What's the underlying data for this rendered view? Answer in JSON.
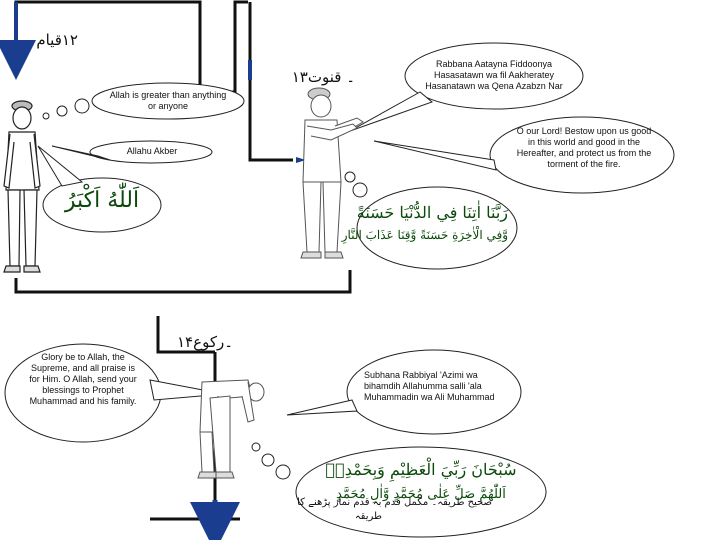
{
  "steps": {
    "qiyam": {
      "title": "۱۲قیام"
    },
    "qunoot": {
      "title": "۔ قنوت۱۳"
    },
    "ruku": {
      "title": "۔رکوع۱۴"
    }
  },
  "qiyam": {
    "thought": "Allah is greater than anything or anyone",
    "speech": "Allahu Akber",
    "arabic": "اَللّٰهُ اَكْبَرُ"
  },
  "qunoot": {
    "transliteration": "Rabbana Aatayna Fiddoonya Hasasatawn wa fil Aakheratey Hasanatawn wa Qena Azabzn Nar",
    "translation": "O our Lord! Bestow upon us good in this world and good in the Hereafter, and protect us from the torment of the fire.",
    "arabic_line1": "رَبَّنَا اٰتِنَا فِي الدُّنْيَا حَسَنَةً",
    "arabic_line2": "وَّفِي الْاٰخِرَةِ حَسَنَةً وَّقِنَا عَذَابَ النَّارِ"
  },
  "ruku": {
    "translation": "Glory be to Allah, the Supreme, and all praise is for Him. O Allah, send your blessings to Prophet Muhammad and his family.",
    "transliteration": "Subhana Rabbiyal 'Azimi wa bihamdih Allahumma salli 'ala Muhammadin wa Ali Muhammad",
    "arabic_line1": "سُبْحَانَ رَبِّيَ الْعَظِيْمِ وَبِحَمْدِهٖ",
    "arabic_line2": "اَللّٰهُمَّ صَلِّ عَلٰى مُحَمَّدٍ وَّاٰلِ مُحَمَّدٍ"
  },
  "footer": {
    "line1": "صحیح طریقہ۔ مکمل قدم بہ قدم نماز پڑھنے کا",
    "line2": "طریقہ"
  }
}
